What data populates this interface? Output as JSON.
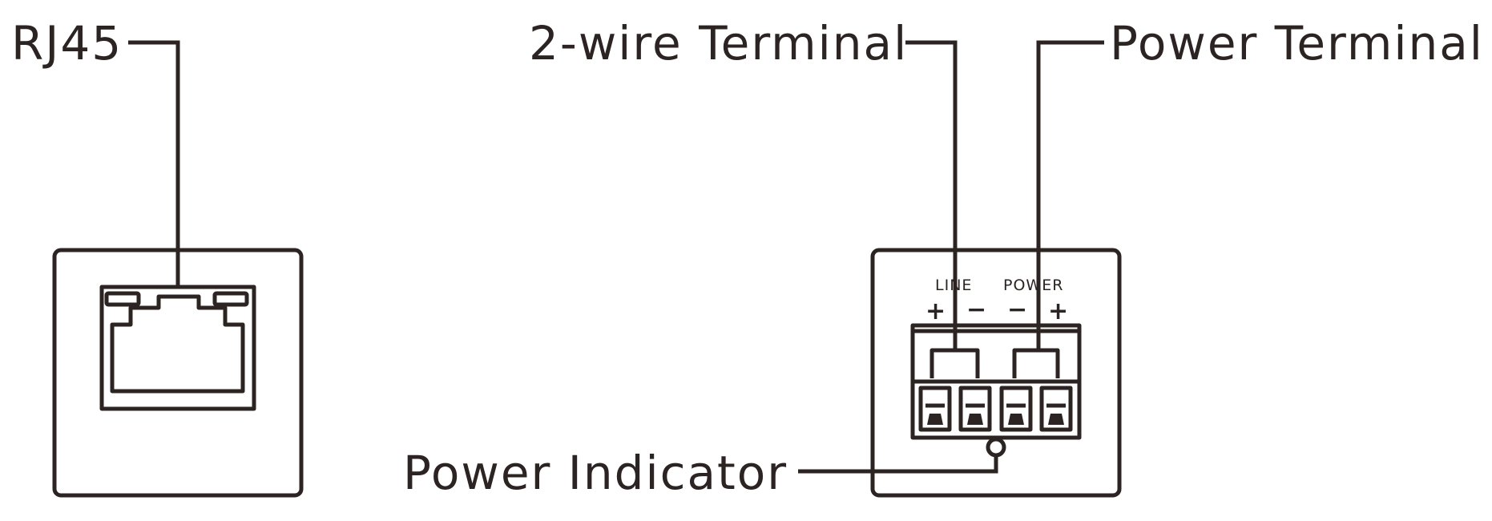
{
  "colors": {
    "ink": "#2b2422",
    "background": "#ffffff"
  },
  "labels": {
    "rj45": "RJ45",
    "two_wire_terminal": "2-wire Terminal",
    "power_terminal": "Power Terminal",
    "power_indicator": "Power Indicator"
  },
  "terminal_block": {
    "line_label": "LINE",
    "power_label": "POWER",
    "polarity": [
      "+",
      "−",
      "−",
      "+"
    ]
  }
}
